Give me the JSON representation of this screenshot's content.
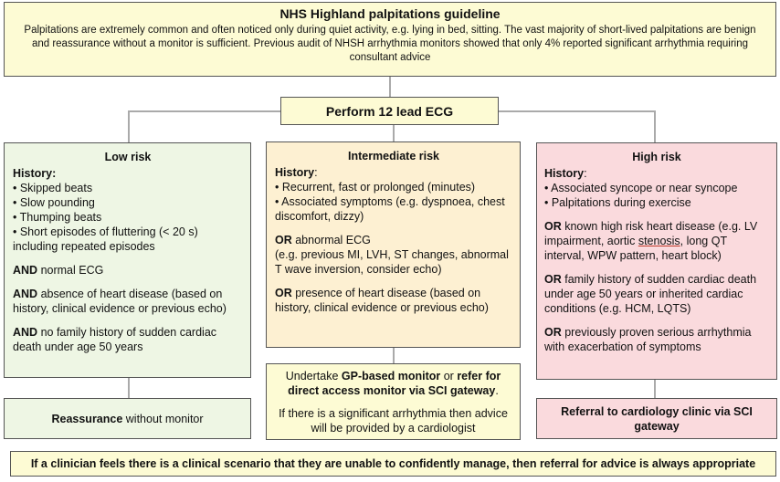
{
  "header": {
    "title": "NHS Highland palpitations guideline",
    "body": "Palpitations are extremely common and often noticed only during quiet activity, e.g. lying in bed, sitting. The vast majority of short-lived palpitations are benign and reassurance without a monitor is sufficient. Previous audit of NHSH arrhythmia monitors showed that only 4% reported significant arrhythmia requiring consultant advice"
  },
  "ecg": {
    "label": "Perform 12 lead ECG"
  },
  "low": {
    "title": "Low risk",
    "history_label": "History:",
    "history_items": [
      "• Skipped beats",
      "• Slow pounding",
      "• Thumping beats",
      "• Short episodes of fluttering (< 20 s) including repeated episodes"
    ],
    "and1_kw": "AND",
    "and1_text": " normal ECG",
    "and2_kw": "AND",
    "and2_text": " absence of heart disease (based on history, clinical evidence or previous echo)",
    "and3_kw": "AND",
    "and3_text": " no family history of sudden cardiac death under age 50 years",
    "outcome_bold": "Reassurance",
    "outcome_text": " without monitor"
  },
  "mid": {
    "title": "Intermediate risk",
    "history_label": "History",
    "history_colon": ":",
    "history_items": [
      "• Recurrent, fast or prolonged (minutes)",
      "• Associated symptoms (e.g. dyspnoea, chest discomfort, dizzy)"
    ],
    "or1_kw": "OR",
    "or1_text": " abnormal ECG",
    "or1_detail": "(e.g. previous MI, LVH, ST changes, abnormal T wave inversion, consider echo)",
    "or2_kw": "OR",
    "or2_text": " presence of heart disease (based on history, clinical evidence or previous echo)",
    "outcome_pre": "Undertake ",
    "outcome_b1": "GP-based monitor",
    "outcome_mid": " or ",
    "outcome_b2": "refer for direct access monitor via SCI gateway",
    "outcome_post": ".",
    "outcome_line2": "If there is a significant arrhythmia then advice will be provided by a cardiologist"
  },
  "high": {
    "title": "High risk",
    "history_label": "History",
    "history_colon": ":",
    "history_items": [
      "• Associated syncope or near syncope",
      "• Palpitations during exercise"
    ],
    "or1_kw": "OR",
    "or1_text_a": " known high risk heart disease (e.g. LV impairment, aortic ",
    "or1_text_u": "stenosis",
    "or1_text_b": ", long QT interval, WPW pattern, heart block)",
    "or2_kw": "OR",
    "or2_text": " family history of sudden cardiac death under age 50 years or inherited cardiac conditions (e.g. HCM, LQTS)",
    "or3_kw": "OR",
    "or3_text": " previously proven serious arrhythmia with exacerbation of symptoms",
    "outcome": "Referral to cardiology clinic via SCI gateway"
  },
  "footer": {
    "text": "If a clinician feels there is a clinical scenario that they are unable to confidently manage, then referral for advice is always appropriate"
  },
  "colors": {
    "yellow": "#fdfbd4",
    "green": "#eef6e4",
    "peach": "#fdf0d2",
    "pink": "#fadadd",
    "border": "#555555",
    "connector": "#aaaaaa"
  }
}
